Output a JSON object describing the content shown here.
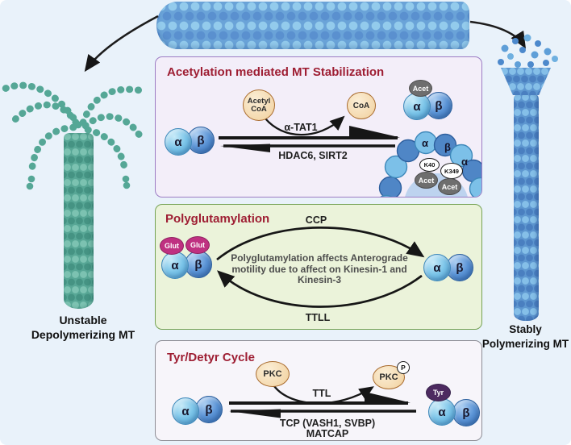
{
  "labels": {
    "alpha": "α",
    "beta": "β"
  },
  "endpoints": {
    "left_line1": "Unstable",
    "left_line2": "Depolymerizing MT",
    "right_line1": "Stably",
    "right_line2": "Polymerizing MT"
  },
  "panel_acetylation": {
    "title": "Acetylation mediated MT Stabilization",
    "acetyl_coa_line1": "Acetyl",
    "acetyl_coa_line2": "CoA",
    "coa": "CoA",
    "enzyme_forward": "α-TAT1",
    "enzyme_reverse": "HDAC6, SIRT2",
    "acet_tag": "Acet",
    "site_k40": "K40",
    "site_k349": "K349"
  },
  "panel_polyglutamylation": {
    "title": "Polyglutamylation",
    "enzyme_forward": "CCP",
    "enzyme_reverse": "TTLL",
    "glut_tag": "Glut",
    "note_line1": "Polyglutamylation affects Anterograde",
    "note_line2": "motility due to affect on Kinesin-1 and",
    "note_line3": "Kinesin-3"
  },
  "panel_tyr": {
    "title": "Tyr/Detyr Cycle",
    "pkc": "PKC",
    "phospho": "P",
    "enzyme_forward": "TTL",
    "enzyme_reverse_line1": "TCP (VASH1, SVBP)",
    "enzyme_reverse_line2": "MATCAP",
    "tyr_tag": "Tyr"
  },
  "colors": {
    "background": "#e9f2fa",
    "title_red": "#9e1e33",
    "panel_acetylation_bg": "#f3eef9",
    "panel_acetylation_border": "#9c7cc4",
    "panel_polyglutamylation_bg": "#ebf3da",
    "panel_polyglutamylation_border": "#75a254",
    "panel_tyr_bg": "#f7f5fa",
    "panel_tyr_border": "#8d8d95",
    "alpha_tubulin": "#7cc5e9",
    "beta_tubulin": "#5b94d6",
    "teal_microtubule": "#58a796",
    "blue_microtubule": "#5e97d0",
    "acet_tag": "#6e6e6e",
    "glut_tag": "#bf3181",
    "tyr_tag": "#4d2a60",
    "cofactor_tan": "#f4d9ae"
  }
}
